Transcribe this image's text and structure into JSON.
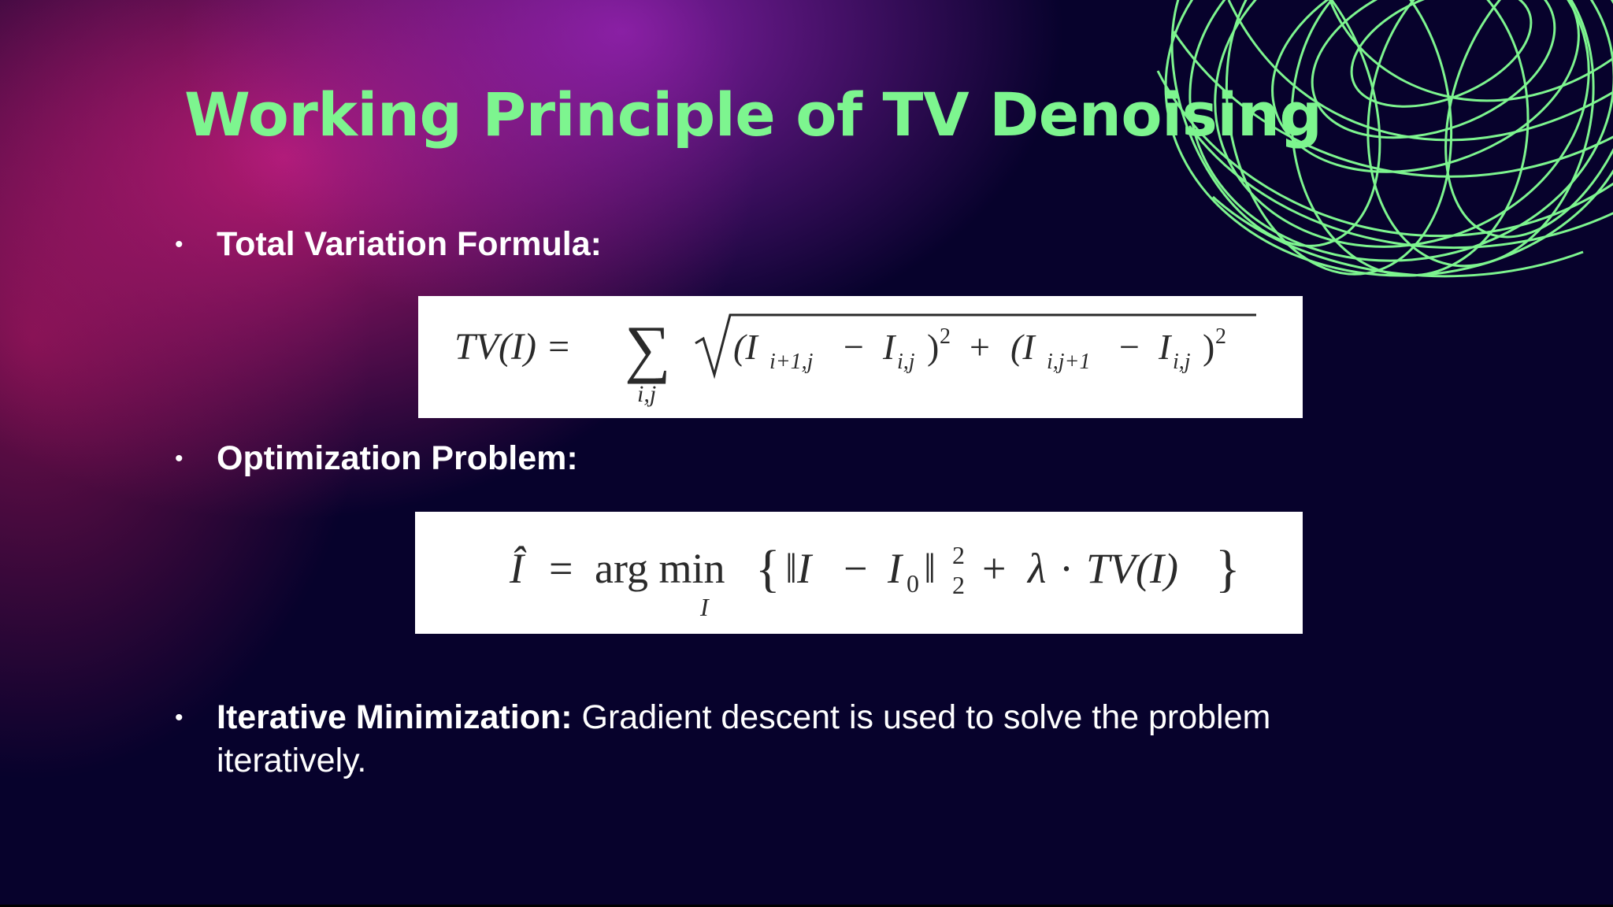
{
  "slide": {
    "title": "Working Principle of TV Denoising",
    "background": {
      "base": "#07022c",
      "magenta": "#cd1e7d",
      "purple": "#aa28c8"
    },
    "accent_color": "#7df58f",
    "decoration": "wireframe-torus-icon"
  },
  "bullets": [
    {
      "marker": "•",
      "heading": "Total Variation Formula:",
      "body": ""
    },
    {
      "marker": "•",
      "heading": "Optimization Problem:",
      "body": ""
    },
    {
      "marker": "•",
      "heading": "Iterative Minimization:",
      "body": " Gradient descent is used to solve the problem iteratively."
    }
  ],
  "formulas": {
    "tv": {
      "lhs": "TV(I) =",
      "sum": "∑",
      "sum_sub": "i,j",
      "term1_open": "(I",
      "term1_sub": "i+1,j",
      "minus": "−",
      "term1_b": "I",
      "term1_b_sub": "i,j",
      "term1_close": ")",
      "sq": "2",
      "plus": "+",
      "term2_open": "(I",
      "term2_sub": "i,j+1",
      "term2_b": "I",
      "term2_b_sub": "i,j",
      "term2_close": ")"
    },
    "opt": {
      "lhs": "Î",
      "eq": "=",
      "argmin": "arg min",
      "argmin_sub": "I",
      "brace_open": "{",
      "norm_open": "‖I",
      "minus": "−",
      "I0": "I",
      "I0_sub": "0",
      "norm_close": "‖",
      "sup": "2",
      "sub": "2",
      "plus": "+",
      "lambda": "λ",
      "dot": "·",
      "tv": "TV(I)",
      "brace_close": "}"
    }
  }
}
